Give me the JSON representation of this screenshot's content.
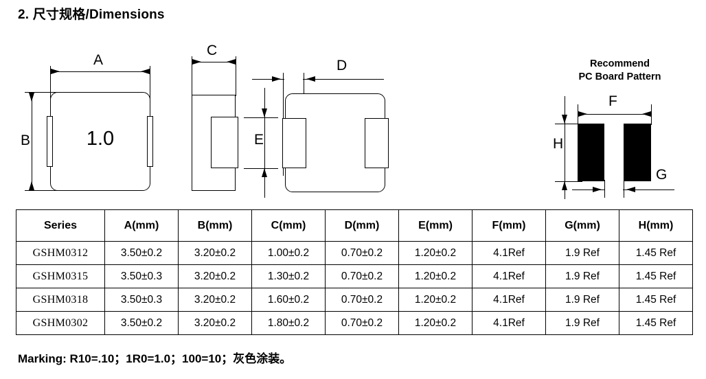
{
  "title": "2. 尺寸规格/Dimensions",
  "drawings": {
    "top_view": {
      "marking_text": "1.0",
      "dim_a": "A",
      "dim_b": "B"
    },
    "side_view": {
      "dim_c": "C"
    },
    "bottom_view": {
      "dim_d": "D",
      "dim_e": "E"
    },
    "pcb_pattern": {
      "heading_line1": "Recommend",
      "heading_line2": "PC Board Pattern",
      "dim_f": "F",
      "dim_g": "G",
      "dim_h": "H",
      "pad_color": "#000000"
    }
  },
  "table": {
    "headers": [
      "Series",
      "A(mm)",
      "B(mm)",
      "C(mm)",
      "D(mm)",
      "E(mm)",
      "F(mm)",
      "G(mm)",
      "H(mm)"
    ],
    "rows": [
      [
        "GSHM0312",
        "3.50±0.2",
        "3.20±0.2",
        "1.00±0.2",
        "0.70±0.2",
        "1.20±0.2",
        "4.1Ref",
        "1.9 Ref",
        "1.45 Ref"
      ],
      [
        "GSHM0315",
        "3.50±0.3",
        "3.20±0.2",
        "1.30±0.2",
        "0.70±0.2",
        "1.20±0.2",
        "4.1Ref",
        "1.9 Ref",
        "1.45 Ref"
      ],
      [
        "GSHM0318",
        "3.50±0.3",
        "3.20±0.2",
        "1.60±0.2",
        "0.70±0.2",
        "1.20±0.2",
        "4.1Ref",
        "1.9 Ref",
        "1.45 Ref"
      ],
      [
        "GSHM0302",
        "3.50±0.2",
        "3.20±0.2",
        "1.80±0.2",
        "0.70±0.2",
        "1.20±0.2",
        "4.1Ref",
        "1.9 Ref",
        "1.45 Ref"
      ]
    ]
  },
  "marking_note": "Marking: R10=.10；1R0=1.0；100=10；灰色涂装。"
}
